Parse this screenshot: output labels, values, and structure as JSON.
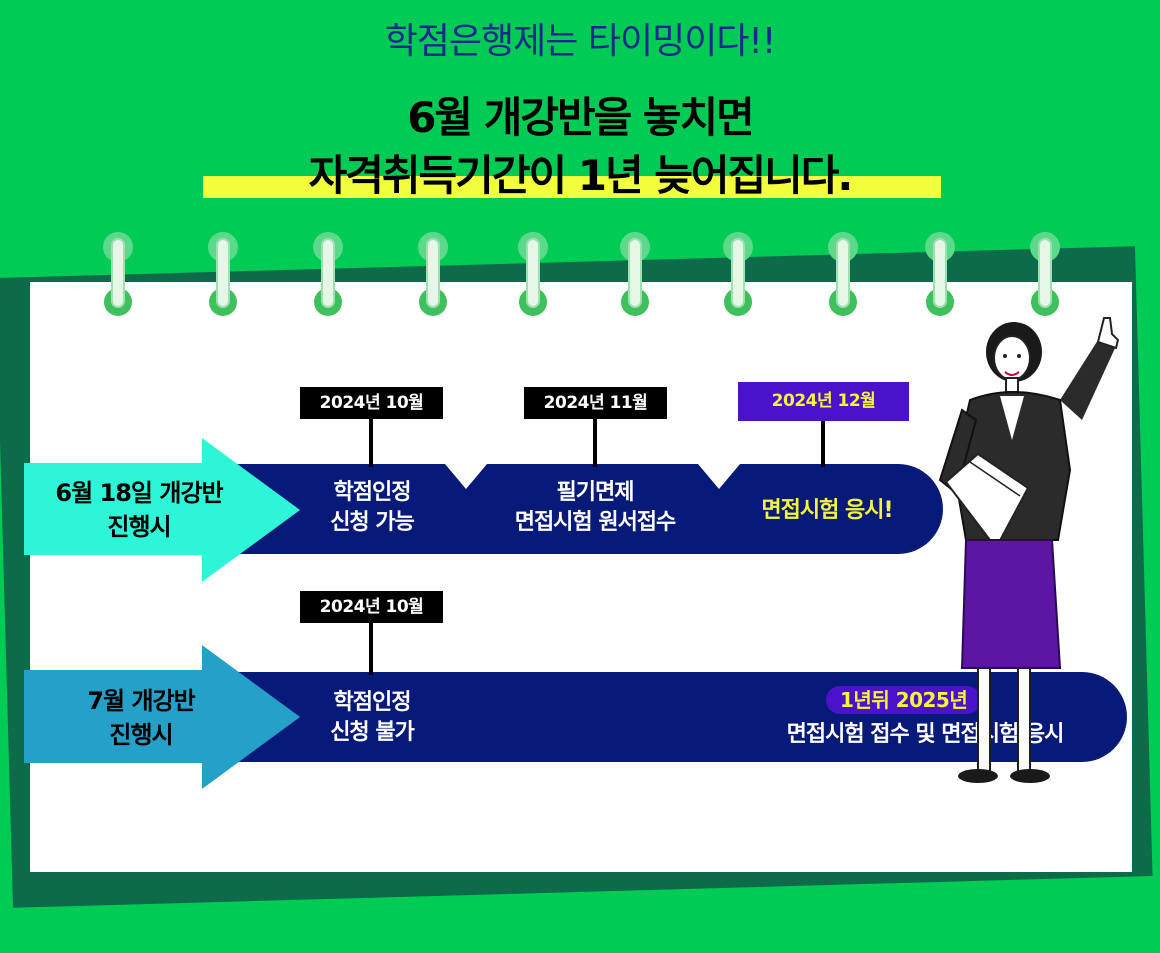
{
  "header": {
    "subtitle": "학점은행제는 타이밍이다!!",
    "headline_line1": "6월 개강반을 놓치면",
    "headline_line2": "자격취득기간이 1년 늦어집니다."
  },
  "colors": {
    "background": "#00cc55",
    "navy_bar": "#071a7a",
    "cyan_arrow": "#2ef5d8",
    "blue_arrow": "#25a0c8",
    "purple": "#4a12c9",
    "yellow_text": "#f7f53a"
  },
  "timeline_june": {
    "label_line1": "6월 18일 개강반",
    "label_line2": "진행시",
    "steps": [
      {
        "date": "2024년 10월",
        "line1": "학점인정",
        "line2": "신청 가능"
      },
      {
        "date": "2024년 11월",
        "line1": "필기면제",
        "line2": "면접시험 원서접수"
      },
      {
        "date": "2024년 12월",
        "line1": "면접시험 응시!",
        "line2": ""
      }
    ]
  },
  "timeline_july": {
    "label_line1": "7월 개강반",
    "label_line2": "진행시",
    "steps": [
      {
        "date": "2024년 10월",
        "line1": "학점인정",
        "line2": "신청 불가"
      }
    ],
    "final_badge": "1년뒤 2025년",
    "final_text": "면접시험 접수 및 면접시험 응시"
  },
  "illustration": "pointing-woman-illustration"
}
